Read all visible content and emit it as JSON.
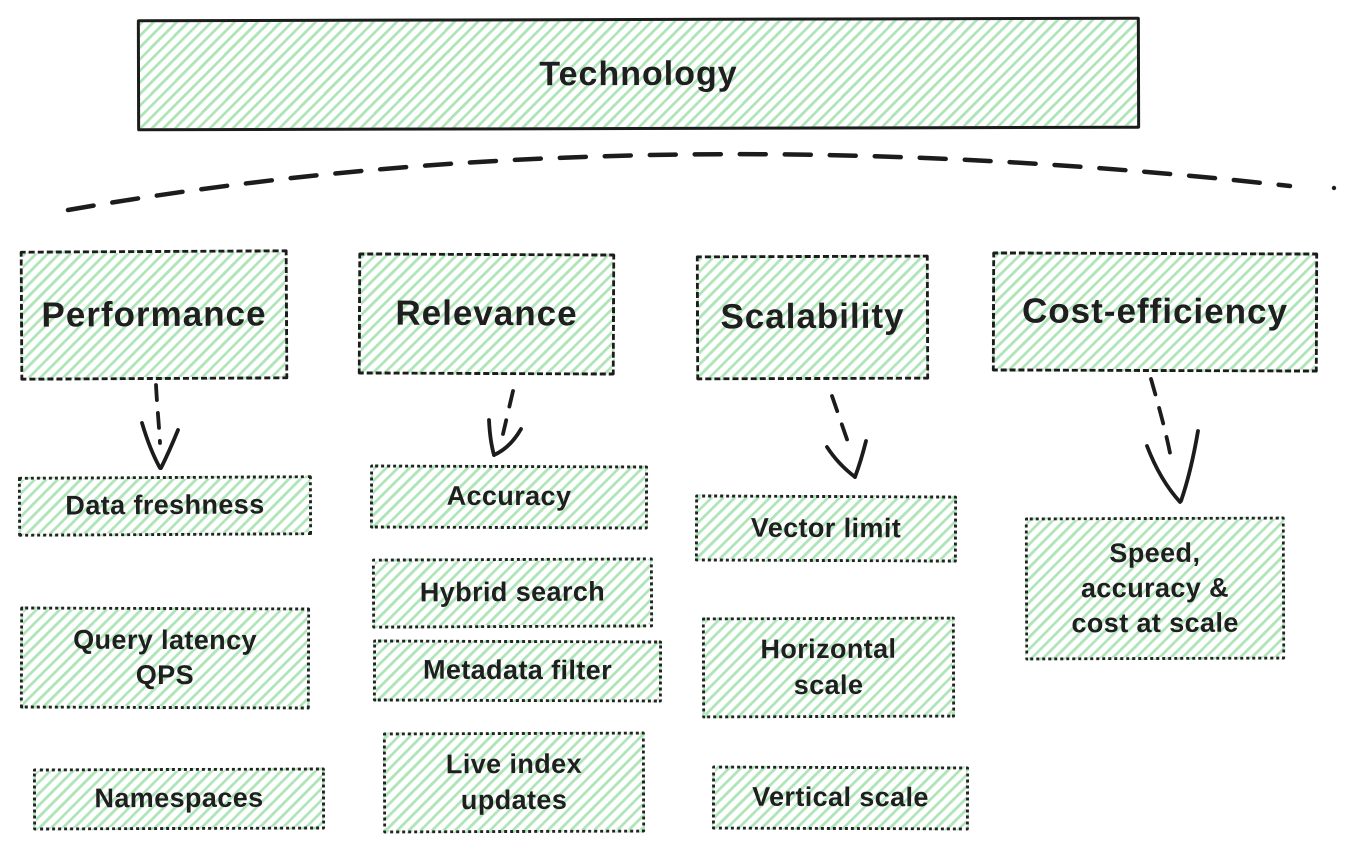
{
  "colors": {
    "stroke": "#1c1c1c",
    "text": "#1f1f1f",
    "hatch_green": "#40c057",
    "background": "#ffffff"
  },
  "root": {
    "label": "Technology"
  },
  "branches": [
    {
      "label": "Performance",
      "items": [
        {
          "label": "Data freshness"
        },
        {
          "label": "Query latency\nQPS"
        },
        {
          "label": "Namespaces"
        }
      ]
    },
    {
      "label": "Relevance",
      "items": [
        {
          "label": "Accuracy"
        },
        {
          "label": "Hybrid search"
        },
        {
          "label": "Metadata filter"
        },
        {
          "label": "Live index\nupdates"
        }
      ]
    },
    {
      "label": "Scalability",
      "items": [
        {
          "label": "Vector limit"
        },
        {
          "label": "Horizontal\nscale"
        },
        {
          "label": "Vertical scale"
        }
      ]
    },
    {
      "label": "Cost-efficiency",
      "items": [
        {
          "label": "Speed,\naccuracy &\ncost at scale"
        }
      ]
    }
  ]
}
